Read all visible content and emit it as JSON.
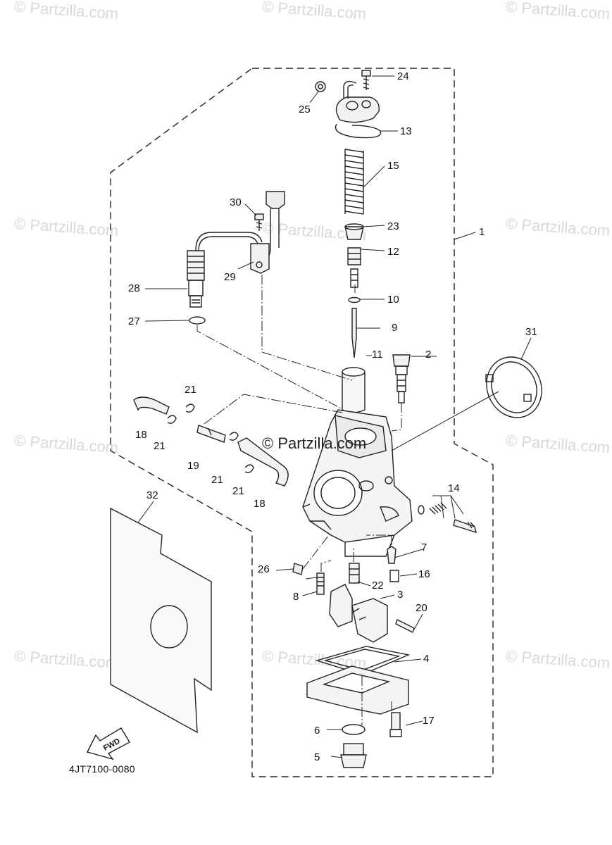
{
  "watermark": "© Partzilla.com",
  "center_watermark": "© Partzilla.com",
  "diagram_code": "4JT7100-0080",
  "fwd_label": "FWD",
  "callouts": {
    "c1": "1",
    "c2": "2",
    "c3": "3",
    "c4": "4",
    "c5": "5",
    "c6": "6",
    "c7": "7",
    "c8": "8",
    "c9": "9",
    "c10": "10",
    "c11": "11",
    "c12": "12",
    "c13": "13",
    "c14": "14",
    "c15": "15",
    "c16": "16",
    "c17": "17",
    "c18a": "18",
    "c18b": "18",
    "c19": "19",
    "c20": "20",
    "c21a": "21",
    "c21b": "21",
    "c21c": "21",
    "c21d": "21",
    "c22": "22",
    "c23": "23",
    "c24": "24",
    "c25": "25",
    "c26": "26",
    "c27": "27",
    "c28": "28",
    "c29": "29",
    "c30": "30",
    "c31": "31",
    "c32": "32"
  }
}
